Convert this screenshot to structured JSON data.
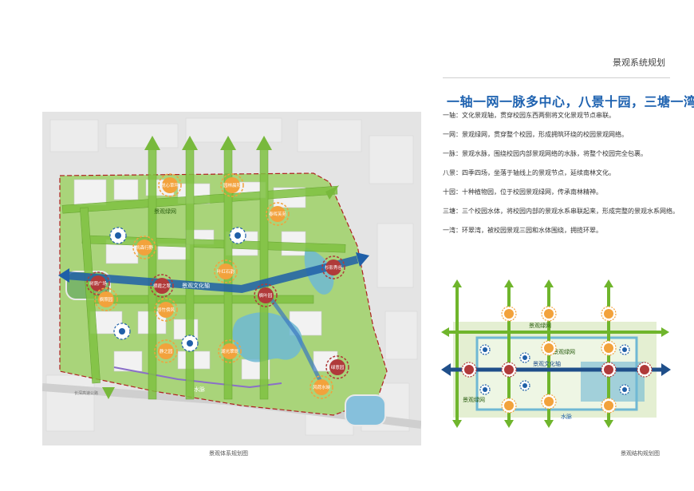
{
  "page_title": "景观系统规划",
  "headline": "一轴一网一脉多中心，八景十园，三塘一湾",
  "descriptions": [
    "一轴：文化景观轴，贯穿校园东西两侧将文化景观节点串联。",
    "一网：景观绿网，贯穿整个校园，形成拥筑环绕的校园景观网络。",
    "一脉：景观水脉，围绕校园内部景观网络的水脉，将整个校园完全包裹。",
    "八景：四季四场，坐落于轴线上的景观节点，延续南林文化。",
    "十园：十种植物园，位于校园景观绿网，传承南林精神。",
    "三塘：三个校园水体，将校园内部的景观水系串联起来，形成完整的景观水系网络。",
    "一湾：环翠湾，被校园景观三园和水体围绕，拥揽环翠。"
  ],
  "map": {
    "caption": "景观体系规划图",
    "labels": {
      "green_net": "景观绿网",
      "culture_axis": "景观文化轴",
      "water_vein": "水脉",
      "road": "长深高速公路"
    },
    "nodes": [
      "悦心草坪",
      "园林晨阳",
      "春晖芙苑",
      "凯森行野",
      "叶红石韵",
      "树荫广场",
      "栖霞之翠",
      "枫照园",
      "修竹傍风",
      "杉影秀谷",
      "枫叶园",
      "湖光翠堤",
      "静之园",
      "绿意园",
      "风荷水映"
    ],
    "colors": {
      "green": "#6fb52c",
      "blue": "#1f5fa8",
      "orange": "#f2a23c",
      "red": "#b03a3a",
      "water": "#6fb8d4",
      "boundary": "#b02020"
    }
  },
  "structure": {
    "caption": "景观结构规划图",
    "labels": {
      "green_net_top": "景观绿网",
      "green_net_left": "景观绿网",
      "green_net_mid": "景观绿网",
      "culture_axis": "景观文化轴",
      "water_vein": "水脉"
    }
  }
}
